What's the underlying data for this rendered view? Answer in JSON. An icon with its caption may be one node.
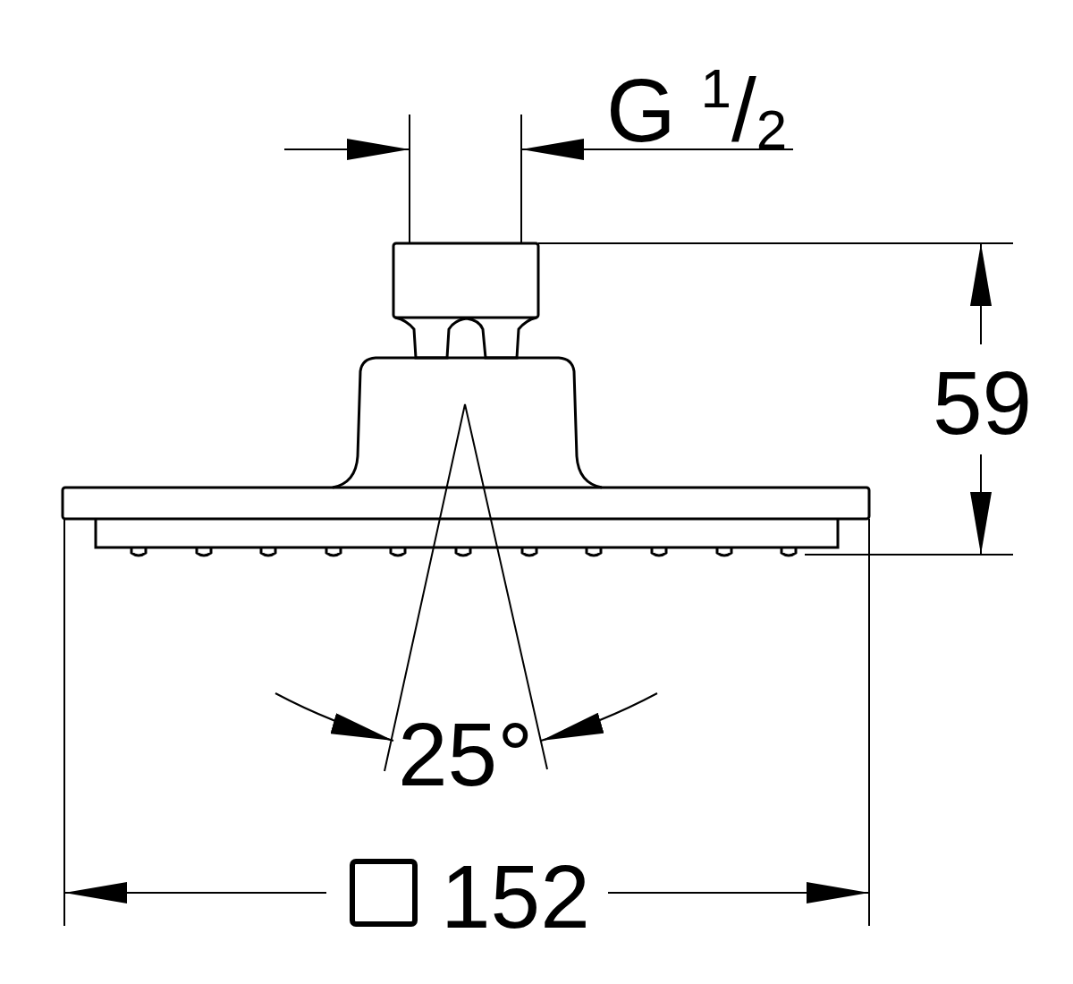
{
  "diagram": {
    "labels": [
      "G $^{1}$/$_{2}$",
      "59",
      "25°",
      "152"
    ]
  }
}
